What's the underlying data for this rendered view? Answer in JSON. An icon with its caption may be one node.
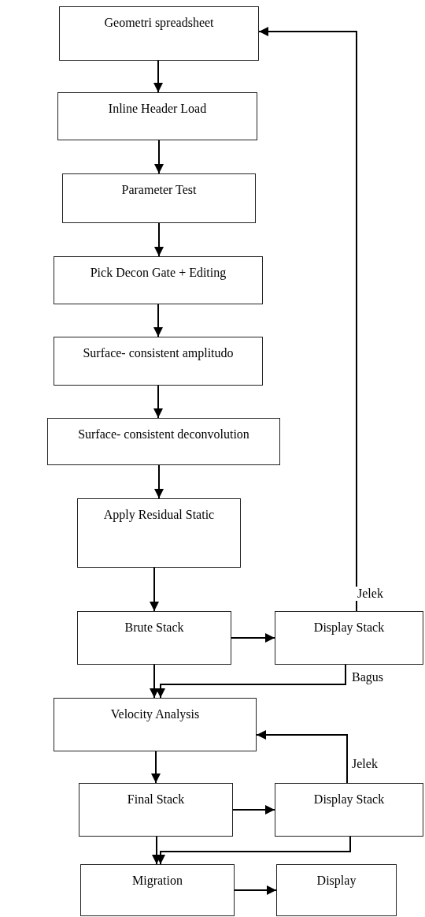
{
  "diagram": {
    "nodes": [
      {
        "text": [
          "Geometri spreadsheet"
        ]
      },
      {
        "text": [
          "Inline Header Load"
        ]
      },
      {
        "text": [
          "Parameter Test"
        ]
      },
      {
        "text": [
          "Pick Decon Gate + Editing"
        ]
      },
      {
        "text": [
          "Surface- consistent amplitudo"
        ]
      },
      {
        "text": [
          "Surface- consistent deconvolution"
        ]
      },
      {
        "text": [
          "Apply Residual Static"
        ]
      },
      {
        "text": [
          "Brute Stack"
        ]
      },
      {
        "text": [
          "Display Stack"
        ]
      },
      {
        "text": [
          "Velocity Analysis"
        ]
      },
      {
        "text": [
          "Final Stack"
        ]
      },
      {
        "text": [
          "Display Stack"
        ]
      },
      {
        "text": [
          "Migration"
        ]
      },
      {
        "text": [
          "Display"
        ]
      }
    ],
    "edges": [
      {
        "from": 0,
        "to": 1,
        "arrow": "to"
      },
      {
        "from": 1,
        "to": 2,
        "arrow": "to"
      },
      {
        "from": 2,
        "to": 3,
        "arrow": "to"
      },
      {
        "from": 3,
        "to": 4,
        "arrow": "to"
      },
      {
        "from": 4,
        "to": 5,
        "arrow": "to"
      },
      {
        "from": 5,
        "to": 6,
        "arrow": "to"
      },
      {
        "from": 6,
        "to": 7,
        "arrow": "to"
      },
      {
        "from": 7,
        "to": 8,
        "arrow": "to"
      },
      {
        "from": 8,
        "to": 0,
        "arrow": "to",
        "label": "Jelek"
      },
      {
        "from": 8,
        "to": 9,
        "arrow": "to",
        "label": "Bagus"
      },
      {
        "from": 7,
        "to": 9,
        "arrow": "to"
      },
      {
        "from": 9,
        "to": 10,
        "arrow": "to"
      },
      {
        "from": 10,
        "to": 11,
        "arrow": "to"
      },
      {
        "from": 11,
        "to": 9,
        "arrow": "to",
        "label": "Jelek"
      },
      {
        "from": 11,
        "to": 12,
        "arrow": "to"
      },
      {
        "from": 10,
        "to": 12,
        "arrow": "to"
      },
      {
        "from": 12,
        "to": 13,
        "arrow": "to"
      }
    ]
  }
}
